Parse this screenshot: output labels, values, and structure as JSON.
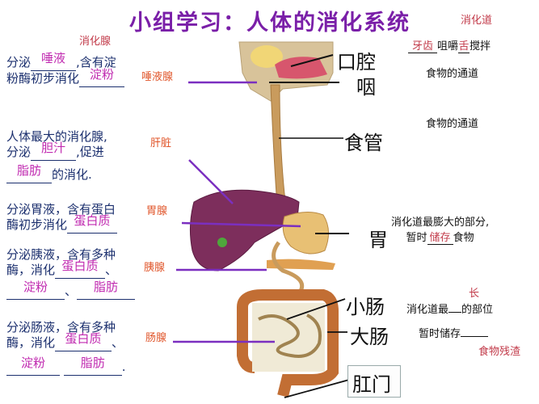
{
  "title": "小组学习：人体的消化系统",
  "headers": {
    "glands": "消化腺",
    "tract": "消化道"
  },
  "glands": [
    {
      "name": "唾液腺"
    },
    {
      "name": "肝脏"
    },
    {
      "name": "胃腺"
    },
    {
      "name": "胰腺"
    },
    {
      "name": "肠腺"
    }
  ],
  "gland_questions": {
    "salivary": {
      "l1a": "分泌",
      "ans1": "唾液",
      "l1b": ",含有淀",
      "l2a": "粉酶初步消化",
      "ans2": "淀粉"
    },
    "liver": {
      "l1": "人体最大的消化腺,",
      "l2a": "分泌",
      "ans1": "胆汁",
      "l2b": ",促进",
      "ans2": "脂肪",
      "l3b": "的消化."
    },
    "gastric": {
      "l1": "分泌胃液，含有蛋白",
      "l2a": "酶初步消化",
      "ans1": "蛋白质"
    },
    "pancreas": {
      "l1": "分泌胰液，含有多种",
      "l2a": "酶，消化",
      "ans1": "蛋白质",
      "sep1": "、",
      "ans2": "淀粉",
      "sep2": "、",
      "ans3": "脂肪"
    },
    "intestinal": {
      "l1": "分泌肠液，含有多种",
      "l2a": "酶，消化",
      "ans1": "蛋白质",
      "sep1": "、",
      "ans2": "淀粉",
      "ans3": "脂肪",
      "end": "."
    }
  },
  "organs": {
    "mouth": "口腔",
    "pharynx": "咽",
    "esophagus": "食管",
    "stomach": "胃",
    "small_intestine": "小肠",
    "large_intestine": "大肠",
    "anus": "肛门"
  },
  "tract_notes": {
    "mouth": {
      "ans1": "牙齿",
      "t1": "咀嚼",
      "ans2": "舌",
      "t2": "搅拌"
    },
    "pharynx": "食物的通道",
    "esophagus": "食物的通道",
    "stomach": {
      "l1": "消化道最膨大的部分,",
      "l2a": "暂时",
      "ans": "储存",
      "l2b": "食物"
    },
    "small_intestine": {
      "ans": "长",
      "a": "消化道最",
      "b": "的部位"
    },
    "large_intestine": {
      "a": "暂时储存",
      "ans": "食物残渣"
    }
  },
  "colors": {
    "title": "#7a1fa8",
    "header": "#c23b4a",
    "gland_label": "#e0552a",
    "question_text": "#1b2f6e",
    "answer": "#c02ab0",
    "pointer_line": "#7b2fc0"
  }
}
